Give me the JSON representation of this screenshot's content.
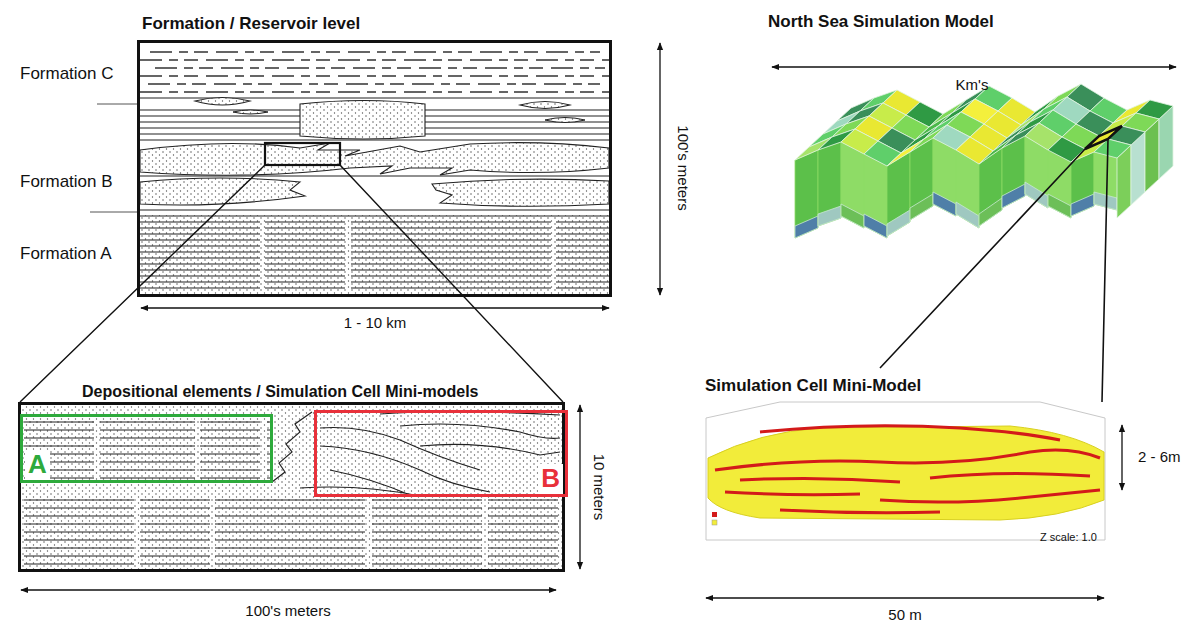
{
  "diagram": {
    "nodes": [
      {
        "text": [
          "Formation / Reservoir level"
        ]
      },
      {
        "text": [
          "Depositional elements / Simulation Cell Mini-models"
        ]
      },
      {
        "text": [
          "A"
        ],
        "in": 1
      },
      {
        "text": [
          "B"
        ],
        "in": 1
      },
      {
        "text": [
          "Simulation Cell Mini-Model"
        ]
      }
    ],
    "labels": [
      "Formation C",
      "Formation B",
      "Formation A",
      "100's meters",
      "1 - 10 km",
      "10 meters",
      "100's meters",
      "North Sea Simulation Model",
      "Km's",
      "2 - 6m",
      "50 m",
      "Z scale: 1.0"
    ]
  }
}
